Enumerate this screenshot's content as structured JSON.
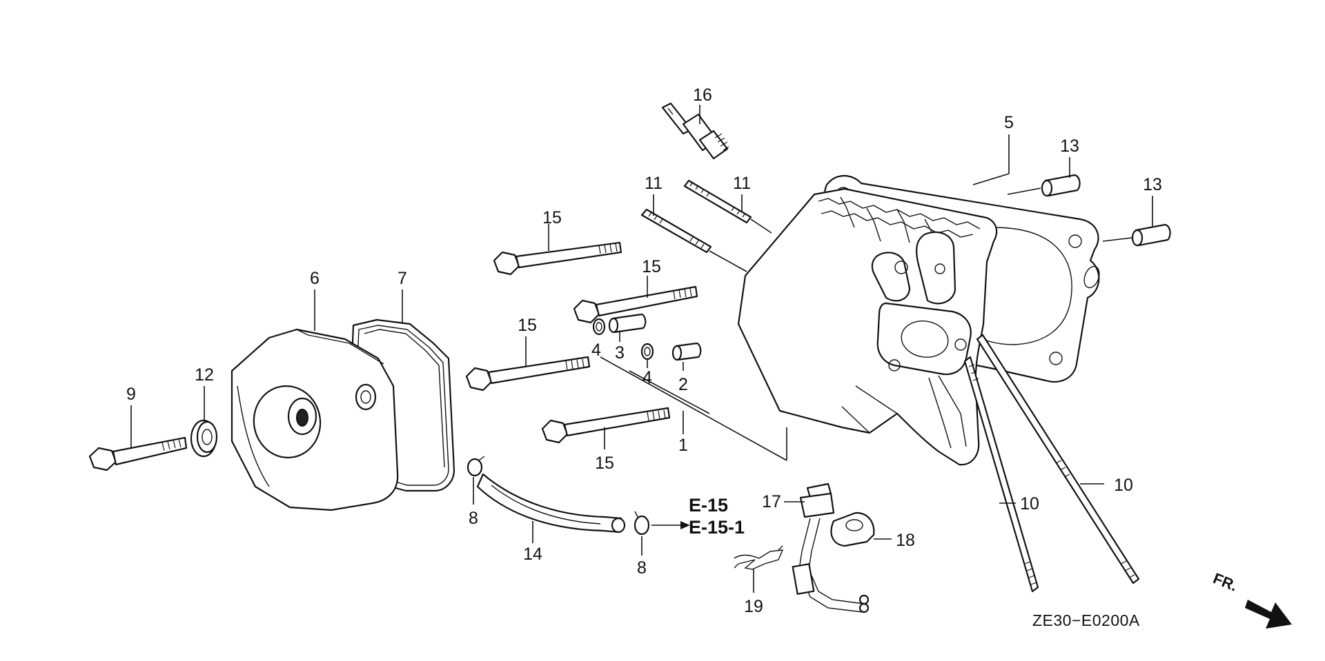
{
  "diagram": {
    "callouts": {
      "p1": "1",
      "p2": "2",
      "p3": "3",
      "p4a": "4",
      "p4b": "4",
      "p5": "5",
      "p6": "6",
      "p7": "7",
      "p8a": "8",
      "p8b": "8",
      "p9": "9",
      "p10a": "10",
      "p10b": "10",
      "p11a": "11",
      "p11b": "11",
      "p12": "12",
      "p13a": "13",
      "p13b": "13",
      "p14": "14",
      "p15a": "15",
      "p15b": "15",
      "p15c": "15",
      "p15d": "15",
      "p16": "16",
      "p17": "17",
      "p18": "18",
      "p19": "19"
    },
    "references": [
      "E-15",
      "E-15-1"
    ],
    "drawing_code": "ZE30−E0200A",
    "direction_label": "FR."
  }
}
